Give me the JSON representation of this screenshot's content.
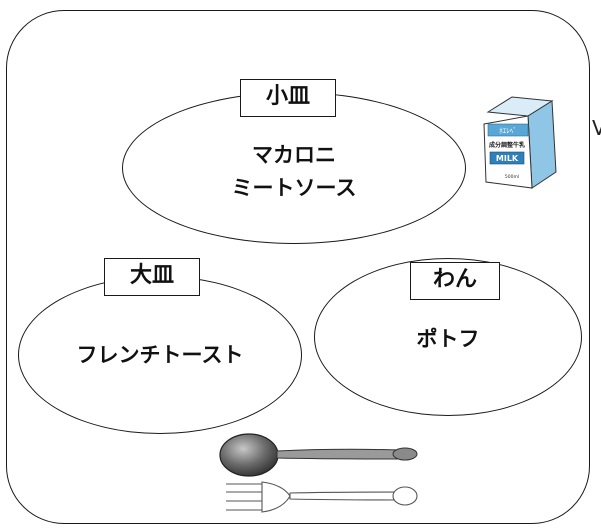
{
  "tray": {
    "small_plate": {
      "label": "小皿",
      "food": [
        "マカロニ",
        "ミートソース"
      ]
    },
    "large_plate": {
      "label": "大皿",
      "food": [
        "フレンチトースト"
      ]
    },
    "bowl": {
      "label": "わん",
      "food": [
        "ポトフ"
      ]
    }
  },
  "milk_carton": {
    "brand": "ﾎｴﾚﾍﾞ",
    "type": "成分調整牛乳",
    "product": "MILK",
    "volume": "500ml"
  },
  "stray_glyph": "V",
  "icons": [
    "milk-carton-icon",
    "spoon-icon",
    "fork-icon"
  ]
}
